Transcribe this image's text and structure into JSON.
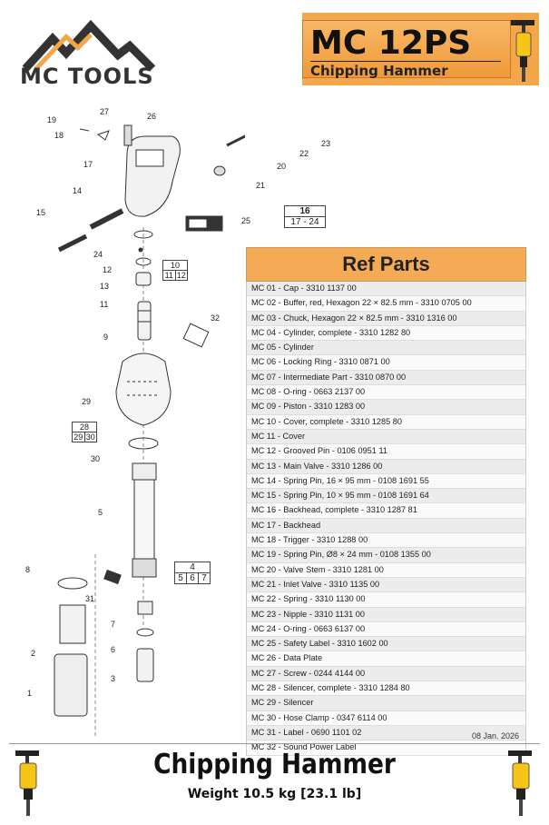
{
  "brand": {
    "name": "MC TOOLS"
  },
  "header": {
    "model": "MC 12PS",
    "subtitle": "Chipping Hammer"
  },
  "colors": {
    "accent": "#f4a64a",
    "accent_dark": "#c07a2a",
    "row_alt": "#ececec"
  },
  "diagram": {
    "callouts": [
      "19",
      "27",
      "26",
      "18",
      "23",
      "22",
      "17",
      "20",
      "21",
      "14",
      "15",
      "25",
      "24",
      "12",
      "13",
      "11",
      "9",
      "32",
      "29",
      "30",
      "5",
      "8",
      "31",
      "2",
      "7",
      "6",
      "3",
      "1"
    ],
    "groups": [
      {
        "id": "16",
        "parts": "17 - 24"
      },
      {
        "id": "10",
        "parts": [
          "11",
          "12"
        ]
      },
      {
        "id": "28",
        "parts": [
          "29",
          "30"
        ]
      },
      {
        "id": "4",
        "parts": [
          "5",
          "6",
          "7"
        ]
      }
    ]
  },
  "ref_parts": {
    "title": "Ref Parts",
    "items": [
      "MC 01 - Cap - 3310 1137 00",
      "MC 02 - Buffer, red, Hexagon 22 × 82.5 mm - 3310 0705 00",
      "MC 03 - Chuck, Hexagon 22 × 82.5 mm - 3310 1316 00",
      "MC 04 - Cylinder, complete - 3310 1282 80",
      "MC 05 - Cylinder",
      "MC 06 - Locking Ring - 3310 0871 00",
      "MC 07 - Intermediate Part - 3310 0870 00",
      "MC 08 - O-ring - 0663 2137 00",
      "MC 09 - Piston - 3310 1283 00",
      "MC 10 - Cover, complete - 3310 1285 80",
      "MC 11 - Cover",
      "MC 12 - Grooved Pin - 0106 0951 11",
      "MC 13 - Main Valve - 3310 1286 00",
      "MC 14 - Spring Pin, 16 × 95 mm - 0108 1691 55",
      "MC 15 - Spring Pin, 10 × 95 mm - 0108 1691 64",
      "MC 16 - Backhead, complete - 3310 1287 81",
      "MC 17 - Backhead",
      "MC 18 - Trigger - 3310 1288 00",
      "MC 19 - Spring Pin, Ø8 × 24 mm - 0108 1355 00",
      "MC 20 - Valve Stem - 3310 1281 00",
      "MC 21 - Inlet Valve - 3310 1135 00",
      "MC 22 - Spring - 3310 1130 00",
      "MC 23 - Nipple - 3310 1131 00",
      "MC 24 - O-ring - 0663 6137 00",
      "MC 25 - Safety Label - 3310 1602 00",
      "MC 26 - Data Plate",
      "MC 27 - Screw - 0244 4144 00",
      "MC 28 - Silencer, complete - 3310 1284 80",
      "MC 29 - Silencer",
      "MC 30 - Hose Clamp - 0347 6114 00",
      "MC 31 - Label - 0690 1101 02",
      "MC 32 - Sound Power Label"
    ]
  },
  "date": "08 Jan. 2026",
  "footer": {
    "title": "Chipping Hammer",
    "weight": "Weight 10.5 kg [23.1 lb]"
  }
}
